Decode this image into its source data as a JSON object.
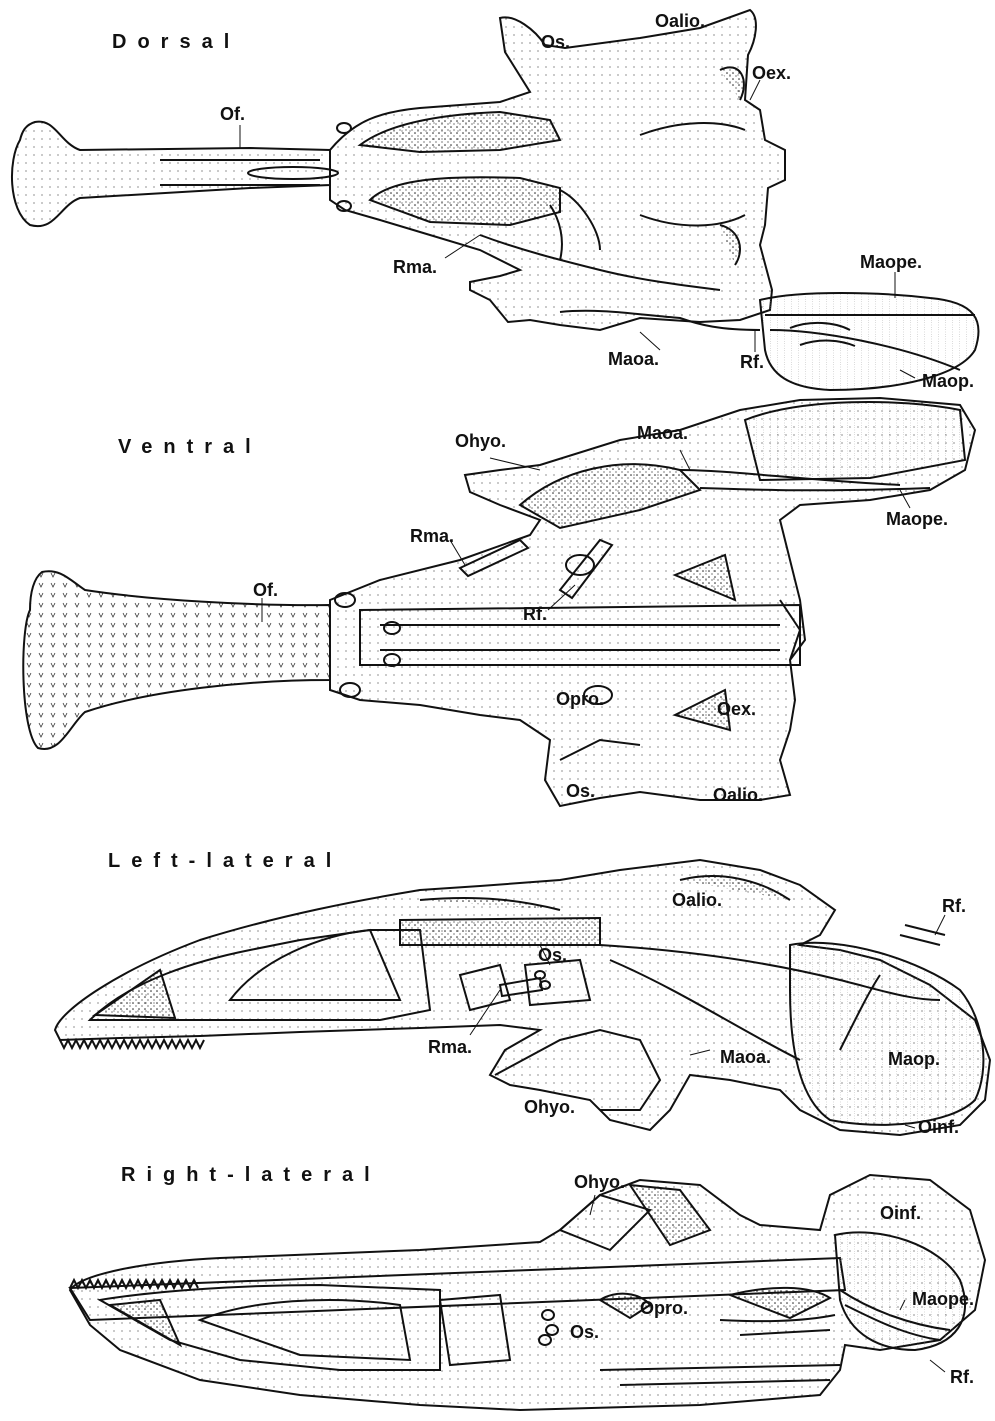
{
  "views": [
    {
      "title": "Dorsal",
      "labels": {
        "os": "Os.",
        "oalio": "Oalio.",
        "oex": "Oex.",
        "of": "Of.",
        "rma": "Rma.",
        "maope": "Maope.",
        "maoa": "Maoa.",
        "rf": "Rf.",
        "maop": "Maop."
      }
    },
    {
      "title": "Ventral",
      "labels": {
        "ohyo": "Ohyo.",
        "maoa": "Maoa.",
        "rma": "Rma.",
        "maope": "Maope.",
        "of": "Of.",
        "rf": "Rf.",
        "opro": "Opro.",
        "oex": "Oex.",
        "os": "Os.",
        "oalio": "Oalio."
      }
    },
    {
      "title": "Left-lateral",
      "labels": {
        "oalio": "Oalio.",
        "rf": "Rf.",
        "os": "Os.",
        "rma": "Rma.",
        "maoa": "Maoa.",
        "maop": "Maop.",
        "ohyo": "Ohyo.",
        "oinf": "Oinf."
      }
    },
    {
      "title": "Right-lateral",
      "labels": {
        "ohyo": "Ohyo.",
        "oinf": "Oinf.",
        "opro": "Opro.",
        "maope": "Maope.",
        "os": "Os.",
        "rf": "Rf."
      }
    }
  ]
}
